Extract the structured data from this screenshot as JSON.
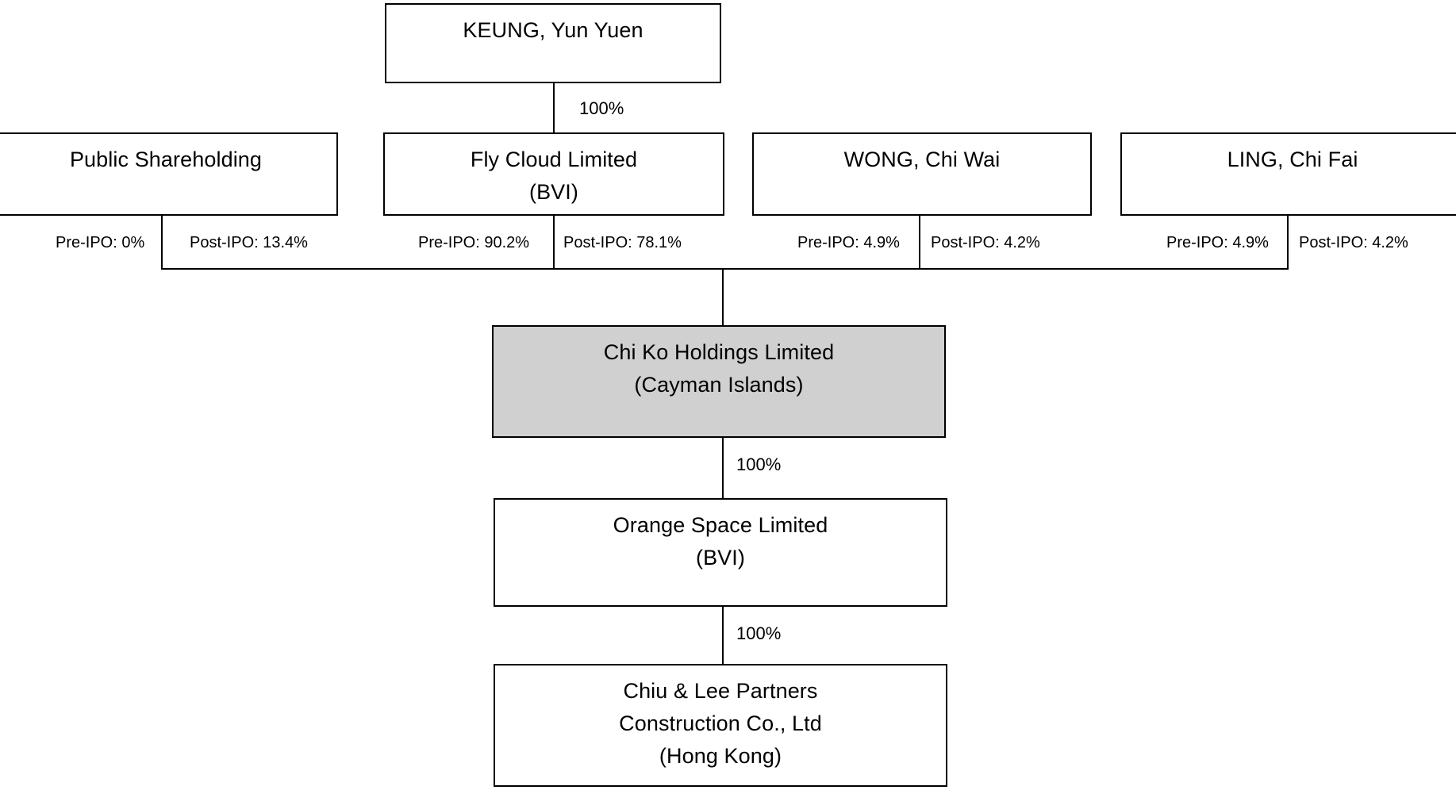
{
  "diagram": {
    "title": "Shareholding and corporate structure chart",
    "colors": {
      "line": "#000000",
      "box_fill": "#ffffff",
      "highlight_fill": "#d0d0d0",
      "text": "#000000"
    },
    "nodes": {
      "keung": {
        "line1": "KEUNG, Yun Yuen",
        "line2": ""
      },
      "public_shareholding": {
        "line1": "Public Shareholding",
        "line2": ""
      },
      "fly_cloud": {
        "line1": "Fly Cloud Limited",
        "line2": "(BVI)"
      },
      "wong": {
        "line1": "WONG, Chi Wai",
        "line2": ""
      },
      "ling": {
        "line1": "LING, Chi Fai",
        "line2": ""
      },
      "chi_ko": {
        "line1": "Chi Ko Holdings Limited",
        "line2": "(Cayman Islands)"
      },
      "orange_space": {
        "line1": "Orange Space Limited",
        "line2": "(BVI)"
      },
      "chiu_lee": {
        "line1": "Chiu & Lee Partners",
        "line2": "Construction Co., Ltd",
        "line3": "(Hong Kong)"
      }
    },
    "edges": {
      "keung_to_flycloud": "100%",
      "public_pre": "Pre-IPO: 0%",
      "public_post": "Post-IPO: 13.4%",
      "flycloud_pre": "Pre-IPO: 90.2%",
      "flycloud_post": "Post-IPO: 78.1%",
      "wong_pre": "Pre-IPO: 4.9%",
      "wong_post": "Post-IPO: 4.2%",
      "ling_pre": "Pre-IPO: 4.9%",
      "ling_post": "Post-IPO: 4.2%",
      "chiko_to_orange": "100%",
      "orange_to_chiulee": "100%"
    }
  }
}
